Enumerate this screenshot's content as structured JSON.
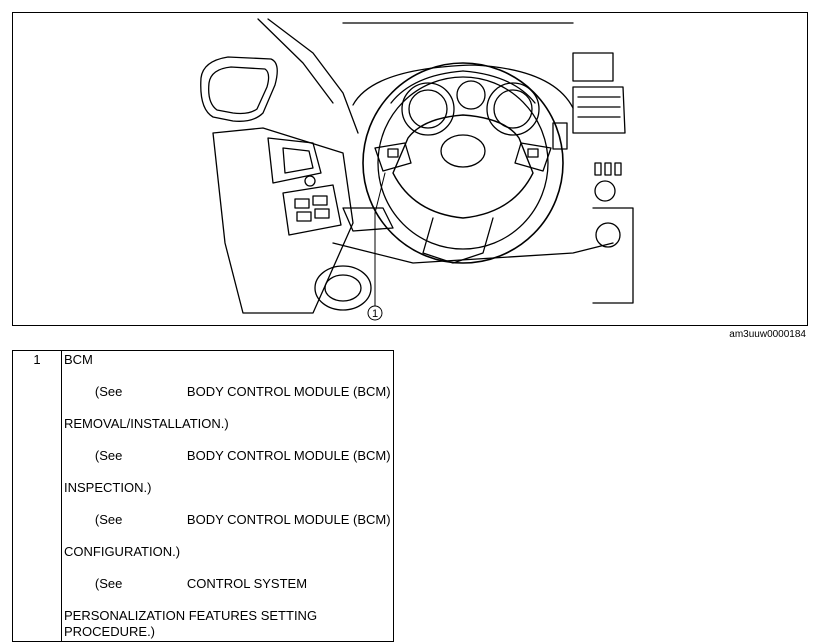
{
  "figure": {
    "callout_number": "1",
    "figure_code": "am3uuw0000184"
  },
  "legend": {
    "rows": [
      {
        "number": "1",
        "title": "BCM",
        "references": [
          {
            "see": "(See",
            "target": "BODY CONTROL MODULE (BCM)",
            "continuation": "REMOVAL/INSTALLATION.)"
          },
          {
            "see": "(See",
            "target": "BODY CONTROL MODULE (BCM)",
            "continuation": "INSPECTION.)"
          },
          {
            "see": "(See",
            "target": "BODY CONTROL MODULE (BCM)",
            "continuation": "CONFIGURATION.)"
          },
          {
            "see": "(See",
            "target": "CONTROL SYSTEM",
            "continuation": "PERSONALIZATION FEATURES SETTING",
            "continuation2": "PROCEDURE.)"
          }
        ]
      }
    ]
  }
}
